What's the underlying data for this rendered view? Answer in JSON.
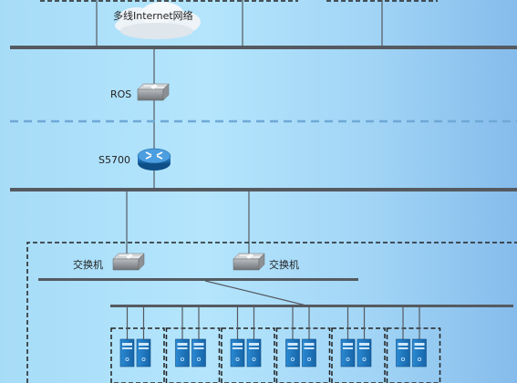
{
  "labels": {
    "cloud": "多线Internet网络",
    "ros": "ROS",
    "core_router": "S5700",
    "switch_left": "交换机",
    "switch_right": "交换机"
  },
  "server_groups": [
    {
      "servers": 2
    },
    {
      "servers": 2
    },
    {
      "servers": 2
    },
    {
      "servers": 2
    },
    {
      "servers": 2
    },
    {
      "servers": 2
    }
  ],
  "colors": {
    "bus": "#555a60",
    "dashed_separator": "#6fa8d6",
    "server_blue": "#1e78c0",
    "device_gray": "#8a8c8f",
    "router_blue": "#1f6fb3"
  },
  "icons": {
    "cloud": "cloud-icon",
    "ros": "switch-icon",
    "s5700": "router-icon",
    "switch": "switch-icon",
    "server": "server-icon"
  }
}
